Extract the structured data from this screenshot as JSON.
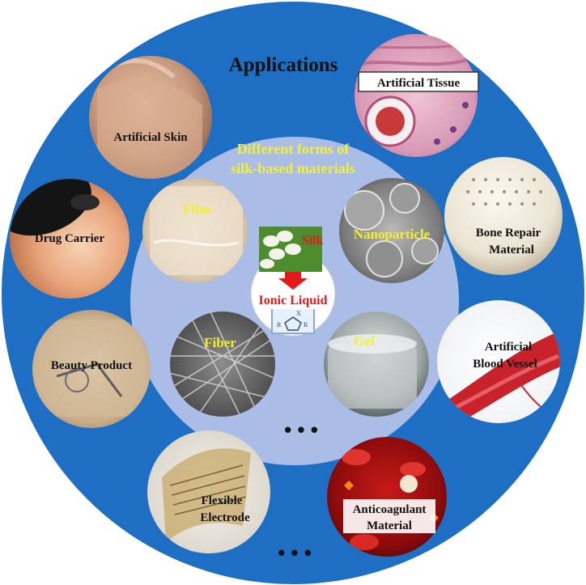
{
  "outer_title": "Applications",
  "inner_title": [
    "Different forms of",
    "silk-based materials"
  ],
  "center": {
    "top_label": "Silk",
    "bottom_label": "Ionic Liquid",
    "chem_x": "X",
    "chem_r1": "R",
    "chem_r2": "R"
  },
  "forms": {
    "film": "Film",
    "nanoparticle": "Nanoparticle",
    "fiber": "Fiber",
    "gel": "Gel"
  },
  "inner_more": "• • •",
  "applications": {
    "artificial_tissue": "Artificial Tissue",
    "artificial_skin": "Artificial Skin",
    "drug_carrier": "Drug Carrier",
    "bone_repair": [
      "Bone Repair",
      "Material"
    ],
    "beauty_product": "Beauty Product",
    "blood_vessel": [
      "Artificial",
      "Blood Vessel"
    ],
    "flexible_electrode": [
      "Flexible",
      "Electrode"
    ],
    "anticoagulant": [
      "Anticoagulant",
      "Material"
    ]
  },
  "outer_more": "• • •",
  "colors": {
    "outer_ring": "#1e6fc4",
    "inner_disk": "#a9bde6",
    "title_text": "#111111",
    "inner_title_text": "#f3ef3a",
    "form_label": "#f5ee2a",
    "center_red": "#e3191b",
    "app_label": "#111111"
  }
}
